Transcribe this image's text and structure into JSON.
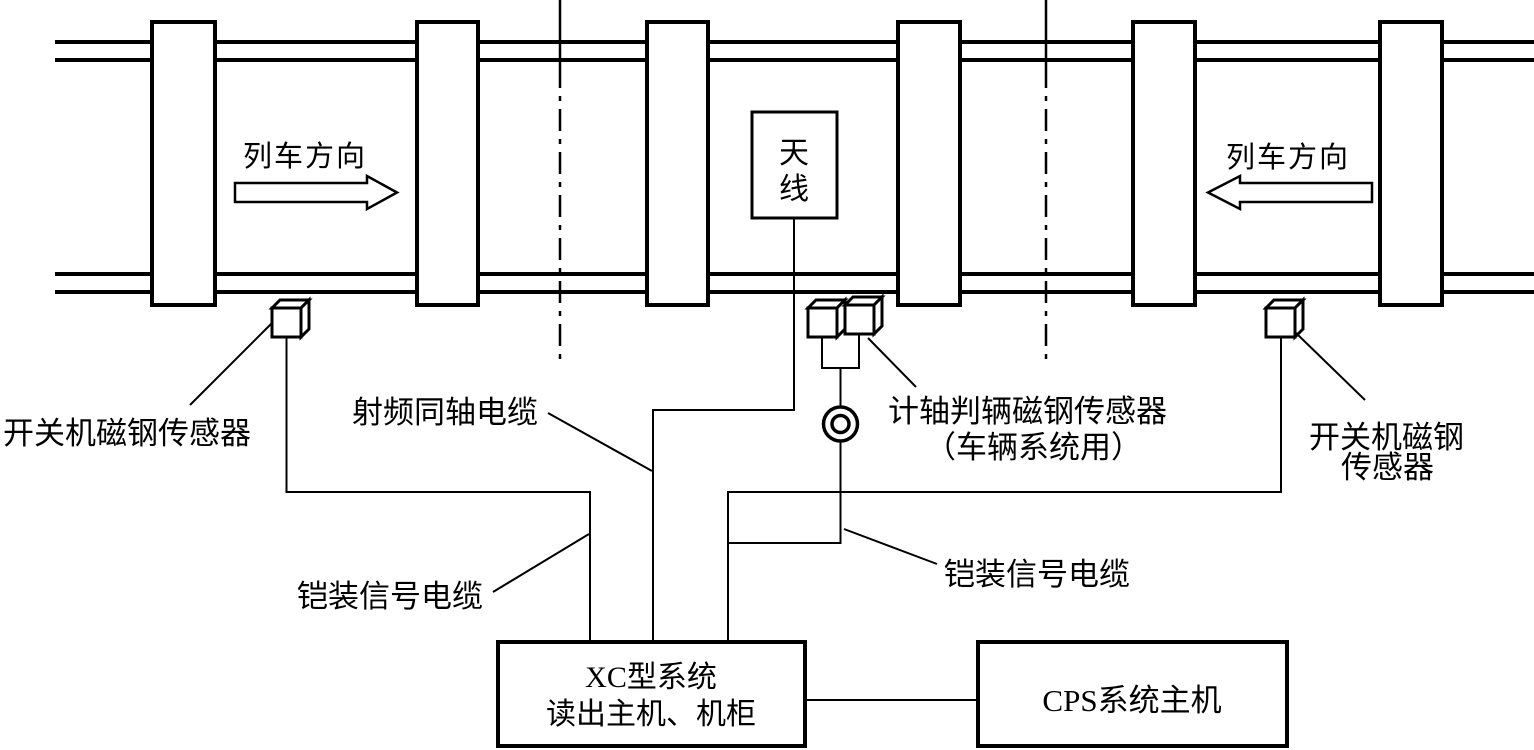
{
  "track": {
    "train_direction_left": "列车方向",
    "train_direction_right": "列车方向"
  },
  "antenna": {
    "line1": "天",
    "line2": "线"
  },
  "labels": {
    "switch_sensor_left": "开关机磁钢传感器",
    "rf_coax_cable": "射频同轴电缆",
    "axle_sensor_line1": "计轴判辆磁钢传感器",
    "axle_sensor_line2": "（车辆系统用）",
    "switch_sensor_right_line1": "开关机磁钢",
    "switch_sensor_right_line2": "传感器",
    "armored_signal_cable_left": "铠装信号电缆",
    "armored_signal_cable_right": "铠装信号电缆"
  },
  "equipment": {
    "xc_host_line1": "XC型系统",
    "xc_host_line2": "读出主机、机柜",
    "cps_host": "CPS系统主机"
  },
  "colors": {
    "line": "#000000",
    "background": "#ffffff"
  }
}
